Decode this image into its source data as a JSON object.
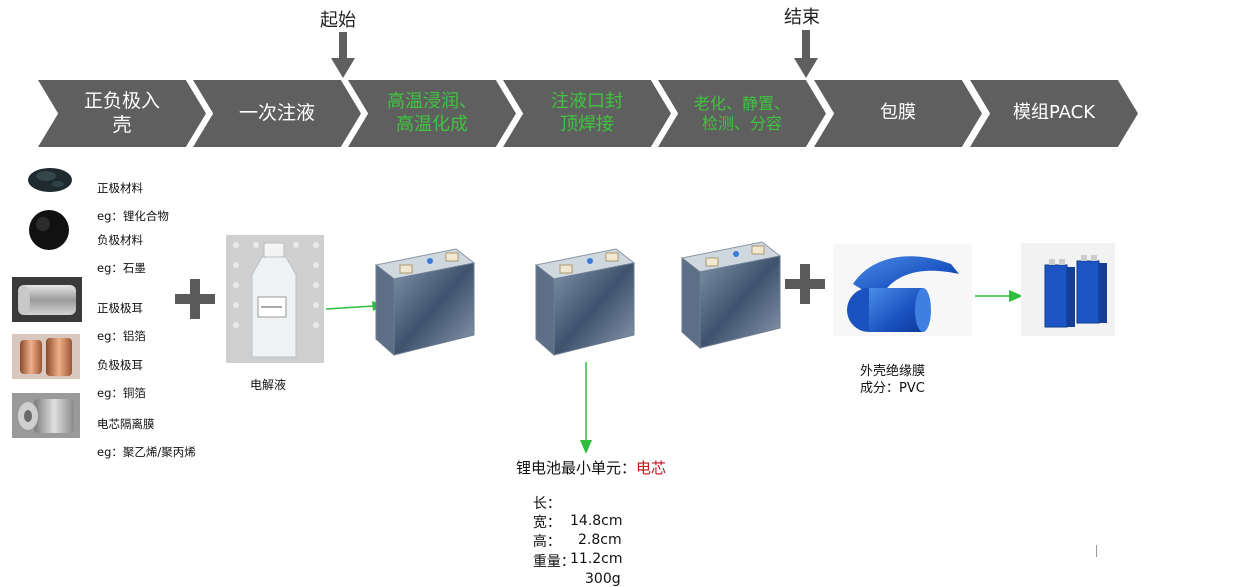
{
  "markers": {
    "start": "起始",
    "end": "结束"
  },
  "steps": [
    {
      "label": "正负极入\n壳",
      "highlight": false
    },
    {
      "label": "一次注液",
      "highlight": false
    },
    {
      "label": "高温浸润、\n高温化成",
      "highlight": true
    },
    {
      "label": "注液口封\n顶焊接",
      "highlight": true
    },
    {
      "label": "老化、静置、\n检测、分容",
      "highlight": true
    },
    {
      "label": "包膜",
      "highlight": false
    },
    {
      "label": "模组PACK",
      "highlight": false
    }
  ],
  "materials": [
    {
      "name": "正极材料",
      "example": "eg：锂化合物",
      "icon": "cathode-powder"
    },
    {
      "name": "负极材料",
      "example": "eg：石墨",
      "icon": "graphite-powder"
    },
    {
      "name": "正极极耳",
      "example": "eg：铝箔",
      "icon": "aluminum-foil-roll"
    },
    {
      "name": "负极极耳",
      "example": "eg：铜箔",
      "icon": "copper-foil-roll"
    },
    {
      "name": "电芯隔离膜",
      "example": "eg：聚乙烯/聚丙烯",
      "icon": "separator-film-roll"
    }
  ],
  "electrolyte_label": "电解液",
  "insulation": {
    "line1": "外壳绝缘膜",
    "line2": "成分：PVC"
  },
  "cell_spec": {
    "title": "锂电池最小单元：",
    "title_highlight": "电芯",
    "rows": [
      {
        "k": "长：",
        "v": "14.8cm"
      },
      {
        "k": "宽：",
        "v": "2.8cm"
      },
      {
        "k": "高：",
        "v": "11.2cm"
      },
      {
        "k": "重量：",
        "v": "300g"
      }
    ]
  },
  "colors": {
    "chevron": "#5f5f5f",
    "highlight_text": "#3ec43e",
    "arrow": "#2ebd3c",
    "spec_highlight": "#c0141a",
    "plus": "#5a5a5a"
  }
}
